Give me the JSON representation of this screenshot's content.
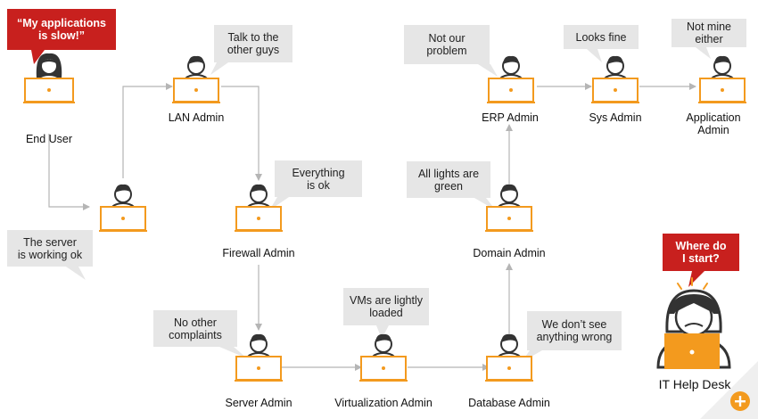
{
  "nodes": {
    "end_user": {
      "label": "End User",
      "quote": "“My applications\nis slow!”"
    },
    "unlabeled_tech": {
      "label": "",
      "quote": "The server\nis working ok"
    },
    "lan_admin": {
      "label": "LAN Admin",
      "quote": "Talk to the\nother guys"
    },
    "firewall_admin": {
      "label": "Firewall Admin",
      "quote": "Everything\nis ok"
    },
    "server_admin": {
      "label": "Server Admin",
      "quote": "No other\ncomplaints"
    },
    "virtualization_admin": {
      "label": "Virtualization Admin",
      "quote": "VMs are lightly\nloaded"
    },
    "database_admin": {
      "label": "Database Admin",
      "quote": "We don’t see\nanything wrong"
    },
    "domain_admin": {
      "label": "Domain Admin",
      "quote": "All lights are\ngreen"
    },
    "erp_admin": {
      "label": "ERP Admin",
      "quote": "Not our\nproblem"
    },
    "sys_admin": {
      "label": "Sys Admin",
      "quote": "Looks fine"
    },
    "application_admin": {
      "label": "Application\nAdmin",
      "quote": "Not mine\neither"
    },
    "it_help_desk": {
      "label": "IT Help Desk",
      "quote": "Where do\nI start?"
    }
  },
  "colors": {
    "accent": "#f39a1e",
    "alert_red": "#c8201e",
    "bubble_gray": "#e6e6e6",
    "line_gray": "#b5b5b5",
    "outline": "#333333"
  },
  "icons": {
    "person": "person-at-laptop-icon",
    "zoom": "zoom-in-icon"
  }
}
